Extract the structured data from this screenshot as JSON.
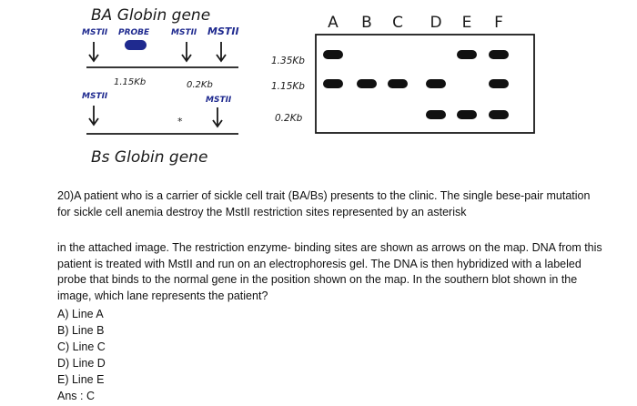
{
  "map_top": {
    "title": "BA Globin gene",
    "site_labels": [
      "MSTII",
      "PROBE",
      "MSTII",
      "MSTII"
    ],
    "fragment_labels": [
      "1.15Kb",
      "0.2Kb"
    ]
  },
  "map_bottom": {
    "title": "Bs Globin gene",
    "site_labels": [
      "MSTII",
      "MSTII"
    ],
    "mutation_mark": "*"
  },
  "gel": {
    "lanes": [
      "A",
      "B",
      "C",
      "D",
      "E",
      "F"
    ],
    "size_markers": [
      "1.35Kb",
      "1.15Kb",
      "0.2Kb"
    ],
    "bands": {
      "A": [
        "1.35Kb",
        "1.15Kb"
      ],
      "B": [
        "1.15Kb"
      ],
      "C": [
        "1.15Kb"
      ],
      "D": [
        "1.15Kb",
        "0.2Kb"
      ],
      "E": [
        "1.35Kb",
        "0.2Kb"
      ],
      "F": [
        "1.35Kb",
        "1.15Kb",
        "0.2Kb"
      ]
    }
  },
  "question": {
    "part1": "20)A patient who is a carrier of sickle cell trait (BA/Bs) presents to the clinic. The single bese-pair mutation for sickle cell anemia destroy the MstII restriction sites represented by an asterisk",
    "part2": "in the attached image. The restriction enzyme- binding sites are shown as arrows on the map. DNA from this patient is treated with MstII and run on an electrophoresis gel. The DNA is then hybridized with a labeled probe that binds to the normal gene in the position shown on the map. In the southern blot shown in the image, which lane represents the patient?",
    "options": [
      "A) Line A",
      "B) Line B",
      "C) Line C",
      "D) Line D",
      "E) Line E"
    ],
    "answer": "Ans : C"
  },
  "colors": {
    "ink": "#1a1a1a",
    "probe": "#1f2a8f",
    "site_label": "#1f2a8f"
  }
}
